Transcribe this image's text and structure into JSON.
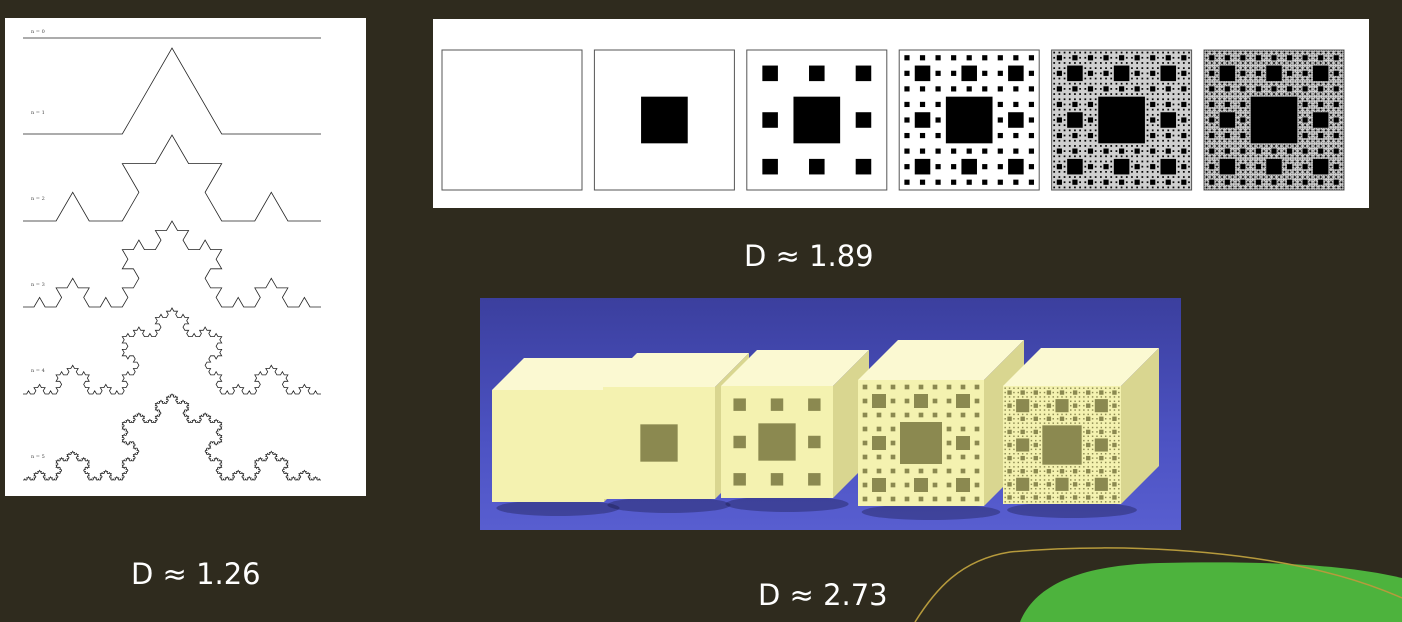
{
  "koch": {
    "levels": [
      "n = 0",
      "n = 1",
      "n = 2",
      "n = 3",
      "n = 4",
      "n = 5"
    ],
    "caption": "D ≈ 1.26"
  },
  "carpet": {
    "iterations": 6,
    "caption": "D ≈ 1.89"
  },
  "menger": {
    "iterations": 5,
    "caption": "D ≈ 2.73"
  },
  "colors": {
    "background": "#2f2b1e",
    "cube": "#f4f2b0",
    "floor": "#3a3fa8",
    "accent_green": "#4db33d",
    "accent_gold": "#b69a3c"
  }
}
